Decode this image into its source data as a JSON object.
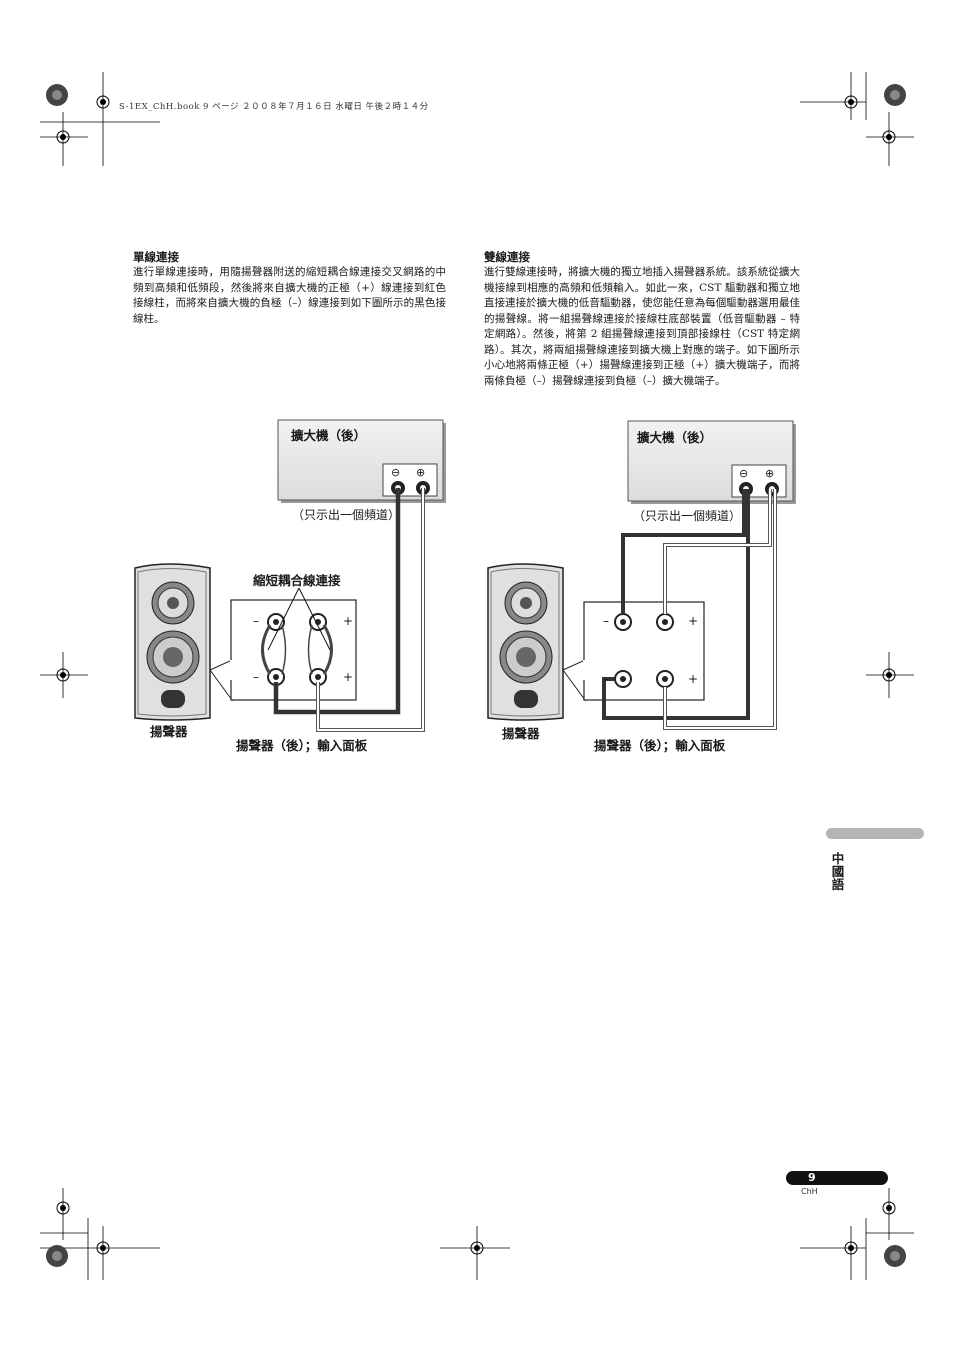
{
  "header": {
    "file_line": "S-1EX_ChH.book  9 ページ  ２００８年７月１６日  水曜日  午後２時１４分"
  },
  "left_section": {
    "heading": "單線連接",
    "paragraph": "進行單線連接時，用隨揚聲器附送的縮短耦合線連接交叉網路的中頻到高頻和低頻段，然後將來自擴大機的正極（+）線連接到紅色接線柱，而將來自擴大機的負極（–）線連接到如下圖所示的黑色接線柱。",
    "diagram": {
      "amplifier_label": "擴大機（後）",
      "channel_note": "（只示出一個頻道）",
      "jumper_label": "縮短耦合線連接",
      "speaker_label": "揚聲器",
      "panel_label": "揚聲器（後）；輸入面板",
      "minus": "–",
      "plus": "+",
      "minus_circle": "⊖",
      "plus_circle": "⊕"
    }
  },
  "right_section": {
    "heading": "雙線連接",
    "paragraph": "進行雙線連接時，將擴大機的獨立地插入揚聲器系統。該系統從擴大機接線到相應的高頻和低頻輸入。如此一來，CST 驅動器和獨立地直接連接於擴大機的低音驅動器，使您能任意為每個驅動器選用最佳的揚聲線。將一組揚聲線連接於接線柱底部裝置（低音驅動器 – 特定網路）。然後，將第 2 組揚聲線連接到頂部接線柱（CST 特定網路）。其次，將兩組揚聲線連接到擴大機上對應的端子。如下圖所示小心地將兩條正極（+）揚聲線連接到正極（+）擴大機端子，而將兩條負極（–）揚聲線連接到負極（–）擴大機端子。",
    "diagram": {
      "amplifier_label": "擴大機（後）",
      "channel_note": "（只示出一個頻道）",
      "speaker_label": "揚聲器",
      "panel_label": "揚聲器（後）；輸入面板",
      "minus": "–",
      "plus": "+",
      "minus_circle": "⊖",
      "plus_circle": "⊕"
    }
  },
  "side_tab": {
    "language": "中國語"
  },
  "footer": {
    "page_number": "9",
    "page_code": "ChH"
  },
  "colors": {
    "wire_dark": "#3a3a3a",
    "panel_bg": "#e6e6e6",
    "tab_gray": "#b4b4b4"
  }
}
